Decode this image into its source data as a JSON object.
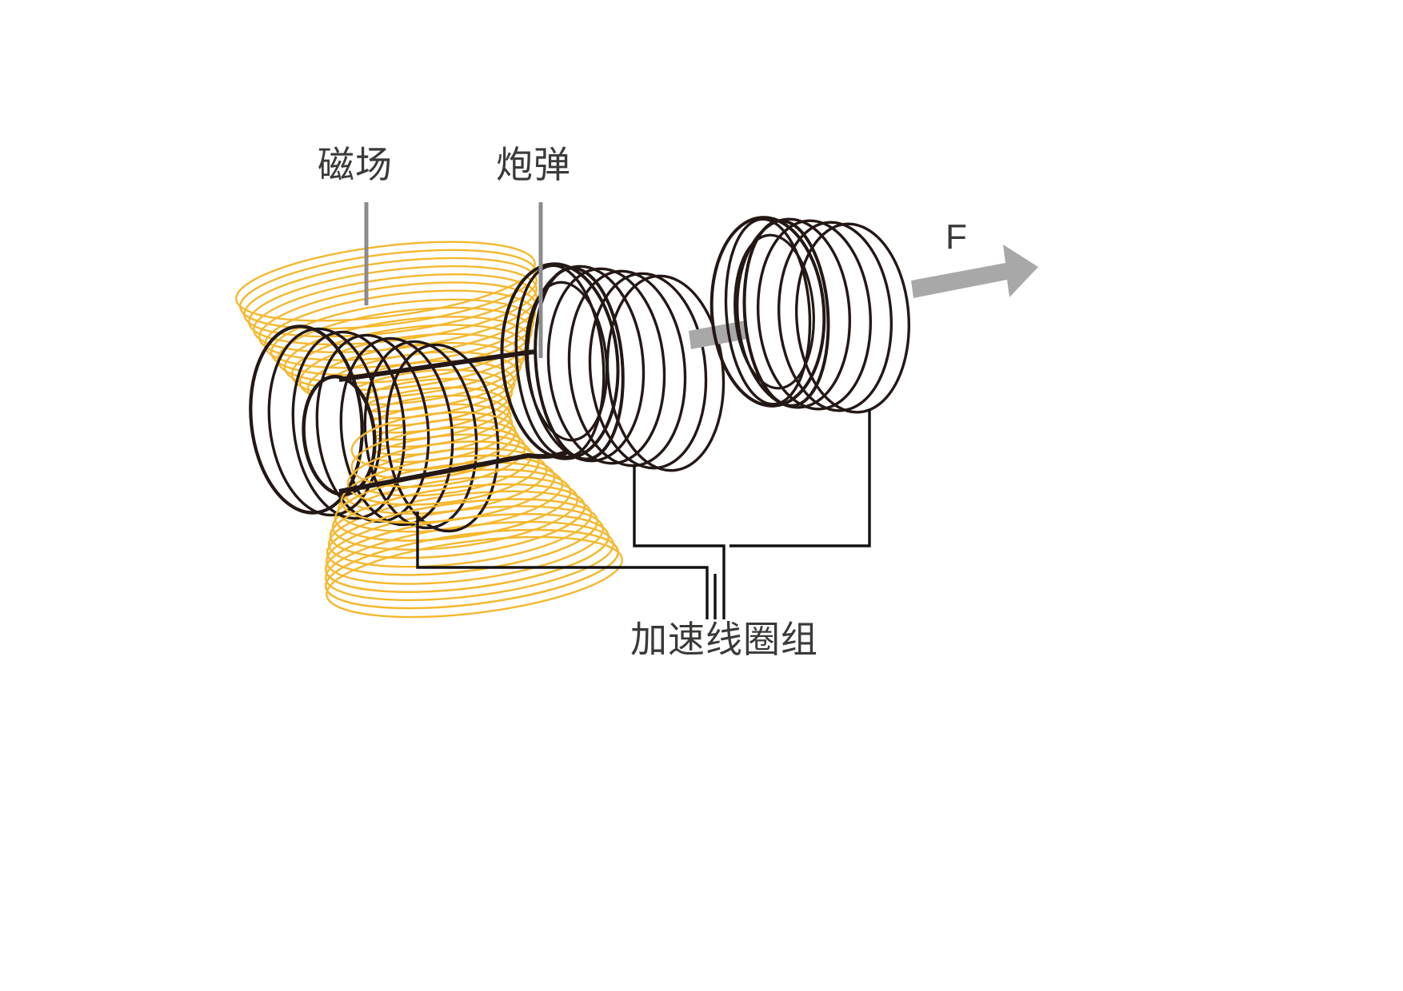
{
  "diagram": {
    "title_visible": false,
    "type": "coilgun-schematic",
    "background_color": "#ffffff"
  },
  "labels": {
    "magnetic_field": "磁场",
    "projectile": "炮弹",
    "coil_group": "加速线圈组",
    "force": "F"
  },
  "colors": {
    "field_lines": "#F5B82E",
    "outline": "#231815",
    "arrow_gray": "#A8A8A8",
    "leader_gray": "#8C8C8C",
    "text": "#3A3A38",
    "leader_black": "#111111"
  },
  "elements": {
    "coils": [
      {
        "name": "coil-1-energized",
        "turns": 6,
        "has_field": true,
        "contains_projectile": true
      },
      {
        "name": "coil-2",
        "turns": 6,
        "has_field": false,
        "contains_projectile": false
      },
      {
        "name": "coil-3",
        "turns": 5,
        "has_field": false,
        "contains_projectile": false
      }
    ],
    "arrows": [
      {
        "name": "acceleration-arrow-middle",
        "direction": "right"
      },
      {
        "name": "force-arrow-F",
        "direction": "right"
      }
    ],
    "leader_lines": [
      {
        "name": "leader-magnetic-field",
        "color": "#8C8C8C",
        "orientation": "vertical"
      },
      {
        "name": "leader-projectile",
        "color": "#8C8C8C",
        "orientation": "vertical"
      },
      {
        "name": "leader-coil-1",
        "color": "#111111",
        "orientation": "bracket"
      },
      {
        "name": "leader-coil-2",
        "color": "#111111",
        "orientation": "bracket"
      },
      {
        "name": "leader-coil-3",
        "color": "#111111",
        "orientation": "bracket"
      }
    ]
  }
}
